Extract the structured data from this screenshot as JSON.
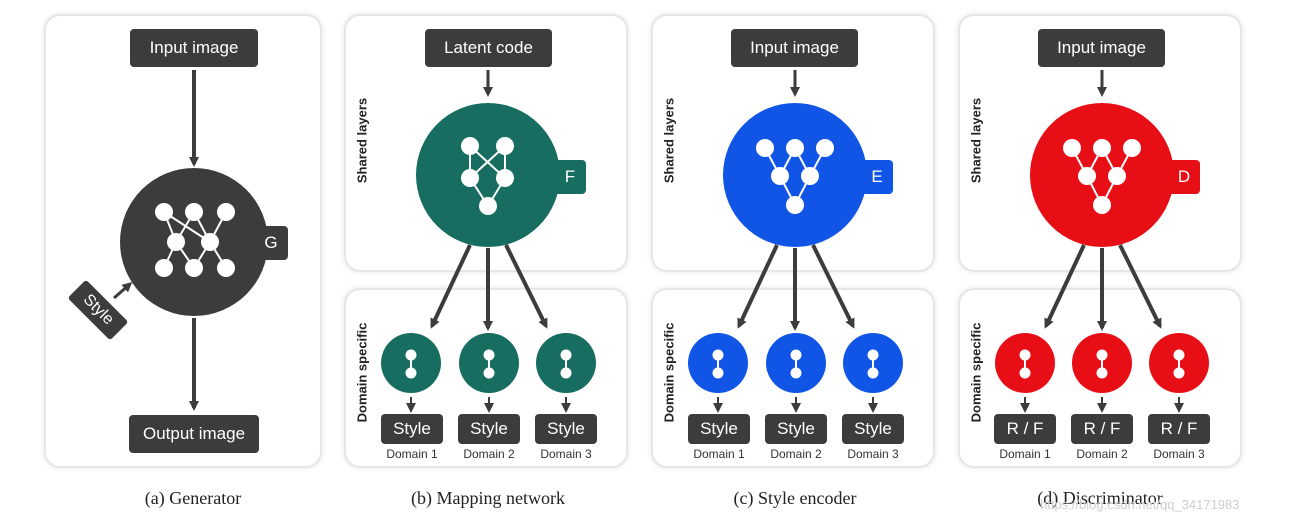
{
  "colors": {
    "generator": "#3c3c3c",
    "mapping": "#176d5f",
    "encoder": "#1155e6",
    "discriminator": "#e80e16",
    "box": "#3c3c3c"
  },
  "generator": {
    "input": "Input image",
    "output": "Output image",
    "tag": "G",
    "style_tag": "Style",
    "caption": "(a) Generator"
  },
  "mapping": {
    "input": "Latent code",
    "tag": "F",
    "shared": "Shared layers",
    "specific": "Domain specific",
    "outputs": [
      "Style",
      "Style",
      "Style"
    ],
    "domains": [
      "Domain 1",
      "Domain 2",
      "Domain 3"
    ],
    "caption": "(b) Mapping network"
  },
  "encoder": {
    "input": "Input image",
    "tag": "E",
    "shared": "Shared layers",
    "specific": "Domain specific",
    "outputs": [
      "Style",
      "Style",
      "Style"
    ],
    "domains": [
      "Domain 1",
      "Domain 2",
      "Domain 3"
    ],
    "caption": "(c) Style encoder"
  },
  "discriminator": {
    "input": "Input image",
    "tag": "D",
    "shared": "Shared layers",
    "specific": "Domain specific",
    "outputs": [
      "R / F",
      "R / F",
      "R / F"
    ],
    "domains": [
      "Domain 1",
      "Domain 2",
      "Domain 3"
    ],
    "caption": "(d) Discriminator"
  },
  "watermark": "https://blog.csdn.net/qq_34171983"
}
